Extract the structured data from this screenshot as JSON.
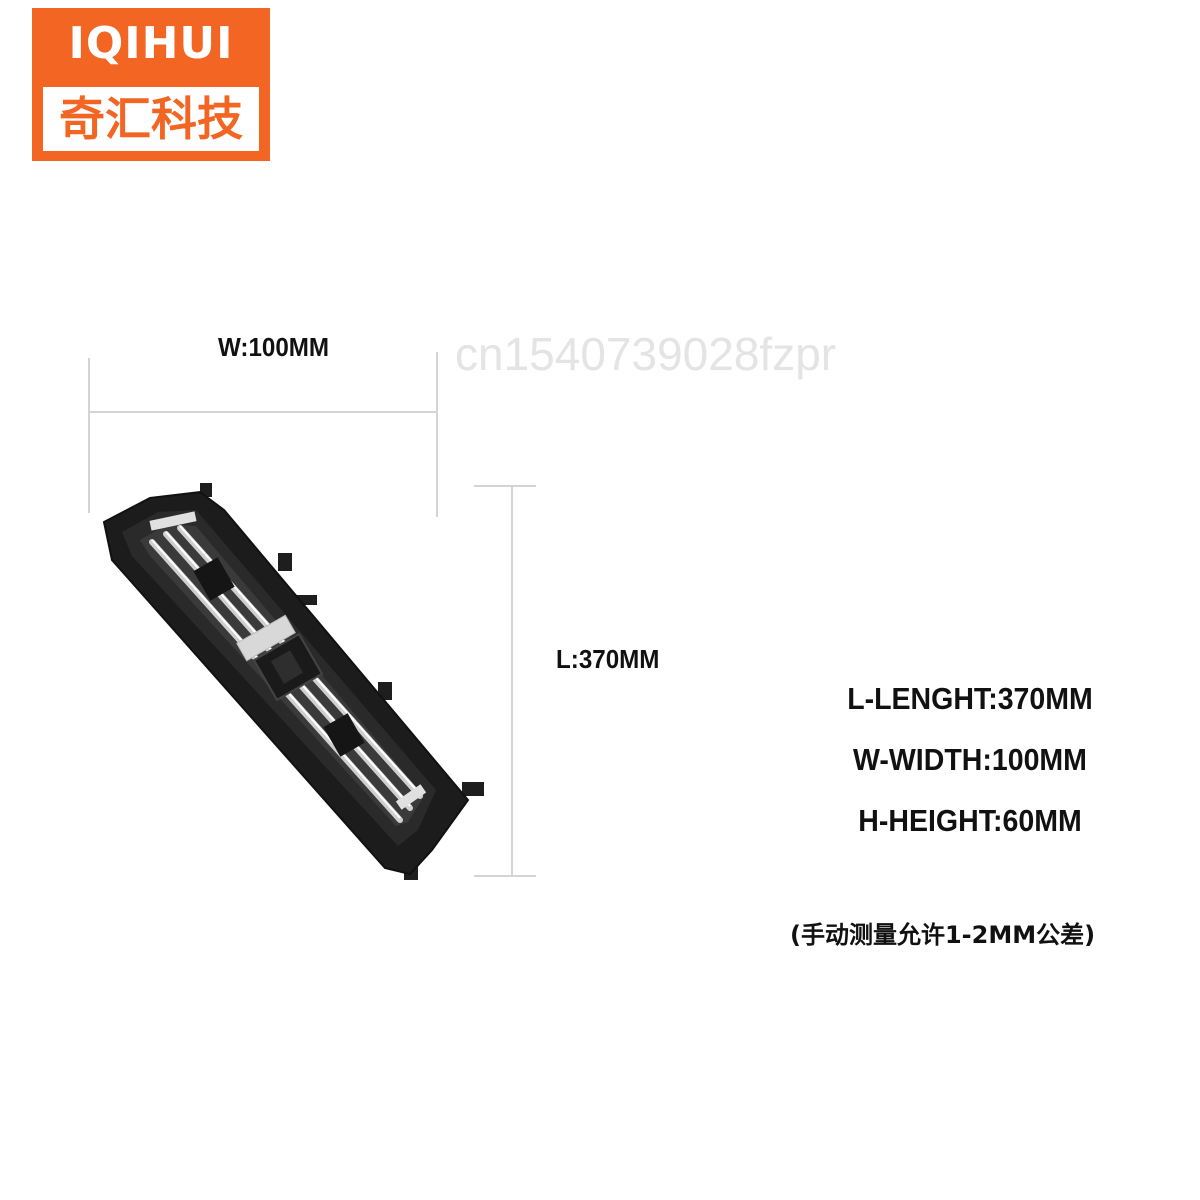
{
  "logo": {
    "brand_en": "IQIHUI",
    "brand_cn": "奇汇科技",
    "color": "#f26522"
  },
  "watermark": "cn1540739028fzpr",
  "dimensions": {
    "width_label": "W:100MM",
    "length_label": "L:370MM"
  },
  "specs": {
    "length": "L-LENGHT:370MM",
    "width": "W-WIDTH:100MM",
    "height": "H-HEIGHT:60MM"
  },
  "note": "(手动测量允许1-2MM公差)",
  "product": {
    "icon": "car-air-vent-grille",
    "frame_color": "#1c1c1c",
    "slat_color": "#c8c8c8"
  }
}
